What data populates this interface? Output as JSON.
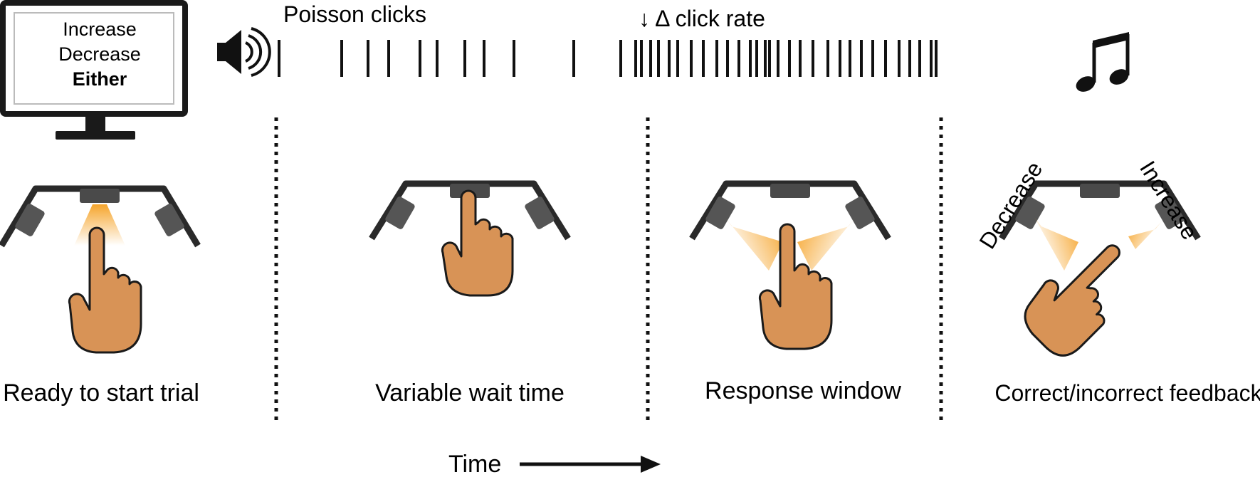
{
  "monitor": {
    "options": [
      "Increase",
      "Decrease",
      "Either"
    ],
    "option_colors": [
      "#8a8a8a",
      "#8a8a8a",
      "#111111"
    ]
  },
  "stimulus": {
    "label": "Poisson clicks",
    "change_label": "↓ Δ click rate",
    "icons": [
      "speaker-icon",
      "music-note-icon"
    ]
  },
  "stages": [
    {
      "caption": "Ready to start trial",
      "center_light": true,
      "side_lights": "none",
      "finger": "raised"
    },
    {
      "caption": "Variable wait time",
      "center_light": false,
      "side_lights": "none",
      "finger": "pressing-center"
    },
    {
      "caption": "Response window",
      "center_light": false,
      "side_lights": "both",
      "finger": "raised"
    },
    {
      "caption": "Correct/incorrect feedback",
      "center_light": false,
      "side_lights": "both",
      "finger": "pressing-right",
      "port_labels": [
        "Decrease",
        "Increase"
      ]
    }
  ],
  "time_axis": {
    "label": "Time"
  },
  "colors": {
    "light": "#f5a021",
    "hand": "#d89356",
    "panel": "#2a2a2a",
    "port": "#555555"
  }
}
